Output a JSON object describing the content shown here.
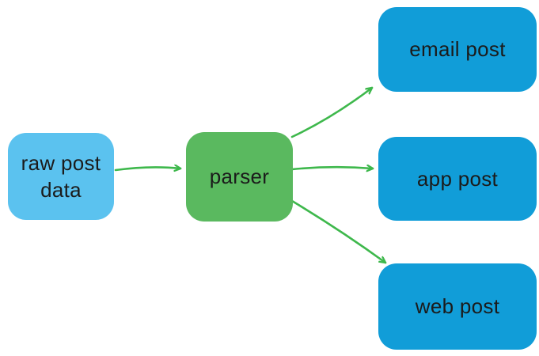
{
  "diagram": {
    "colors": {
      "arrow": "#3eb84c",
      "light_blue_node": "#5bc2ef",
      "green_node": "#5ab95f",
      "dark_blue_node": "#119dd8",
      "node_text": "#1b1b1b"
    },
    "nodes": [
      {
        "id": "raw-post-data",
        "label": "raw post data",
        "color": "#5bc2ef"
      },
      {
        "id": "parser",
        "label": "parser",
        "color": "#5ab95f"
      },
      {
        "id": "email-post",
        "label": "email post",
        "color": "#119dd8"
      },
      {
        "id": "app-post",
        "label": "app post",
        "color": "#119dd8"
      },
      {
        "id": "web-post",
        "label": "web post",
        "color": "#119dd8"
      }
    ],
    "edges": [
      {
        "from": "raw-post-data",
        "to": "parser"
      },
      {
        "from": "parser",
        "to": "email-post"
      },
      {
        "from": "parser",
        "to": "app-post"
      },
      {
        "from": "parser",
        "to": "web-post"
      }
    ]
  }
}
